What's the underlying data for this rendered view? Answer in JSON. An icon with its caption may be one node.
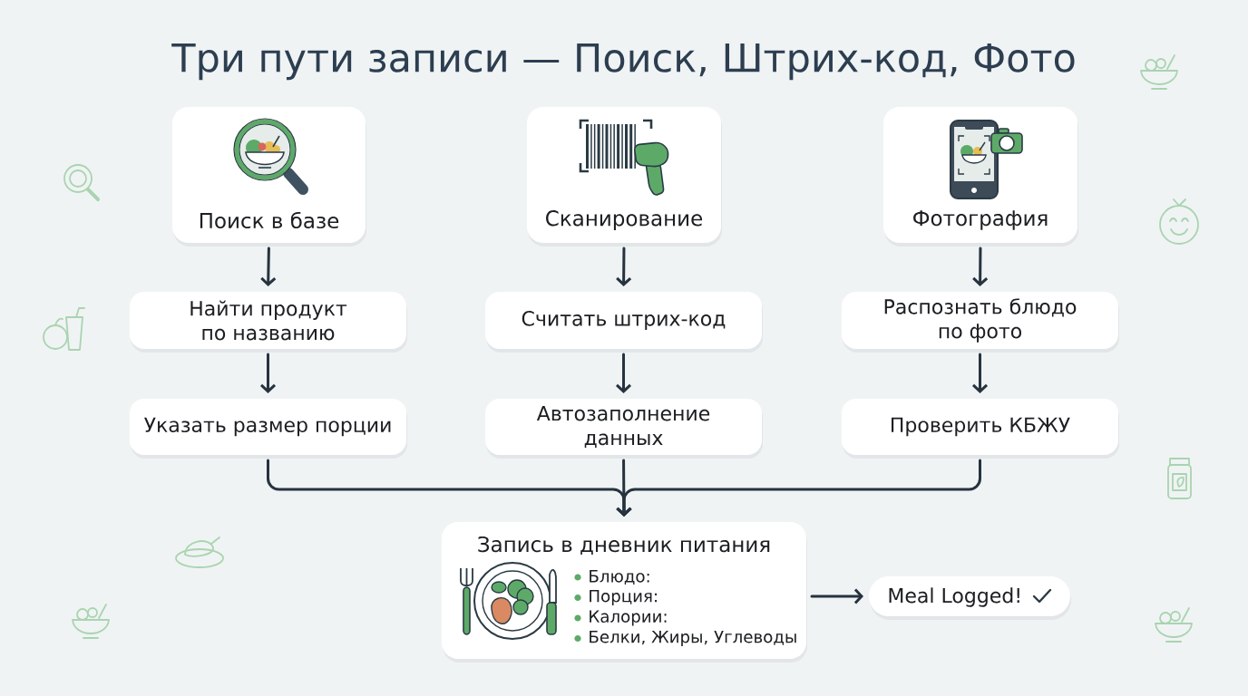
{
  "diagram": {
    "title": "Три пути записи — Поиск, Штрих-код, Фото",
    "nodes": [
      {
        "text": [
          "Поиск в базе"
        ]
      },
      {
        "text": [
          "Сканирование"
        ]
      },
      {
        "text": [
          "Фотография"
        ]
      },
      {
        "text": [
          "Найти продукт по названию"
        ]
      },
      {
        "text": [
          "Считать штрих-код"
        ]
      },
      {
        "text": [
          "Распознать блюдо по фото"
        ]
      },
      {
        "text": [
          "Указать размер порции"
        ]
      },
      {
        "text": [
          "Автозаполнение данных"
        ]
      },
      {
        "text": [
          "Проверить КБЖУ"
        ]
      },
      {
        "text": [
          "Запись в дневник питания",
          "Блюдо:",
          "Порция:",
          "Калории:",
          "Белки, Жиры, Углеводы"
        ]
      },
      {
        "text": [
          "Meal Logged!"
        ]
      }
    ],
    "edges": [
      {
        "from": 0,
        "to": 3,
        "arrow": "to"
      },
      {
        "from": 3,
        "to": 6,
        "arrow": "to"
      },
      {
        "from": 1,
        "to": 4,
        "arrow": "to"
      },
      {
        "from": 4,
        "to": 7,
        "arrow": "to"
      },
      {
        "from": 2,
        "to": 5,
        "arrow": "to"
      },
      {
        "from": 5,
        "to": 8,
        "arrow": "to"
      },
      {
        "from": 6,
        "to": 9,
        "arrow": "to"
      },
      {
        "from": 7,
        "to": 9,
        "arrow": "to"
      },
      {
        "from": 8,
        "to": 9,
        "arrow": "to"
      },
      {
        "from": 9,
        "to": 10,
        "arrow": "to"
      }
    ]
  }
}
